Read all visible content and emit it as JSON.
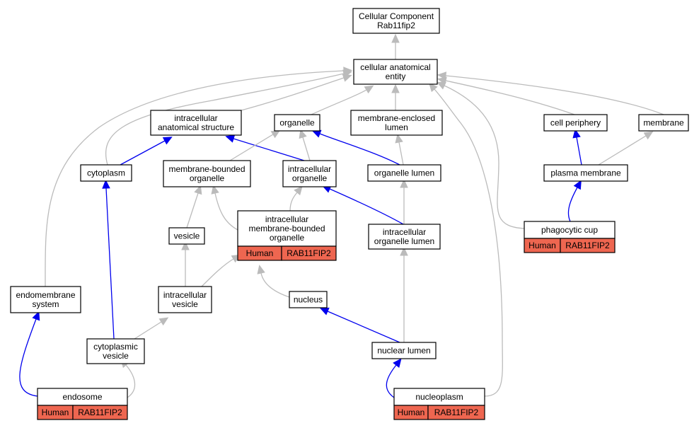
{
  "colors": {
    "neutral_edge": "#bbbbbb",
    "highlight_edge": "#0000ee",
    "annotation_fill": "#ee6650"
  },
  "nodes": {
    "root": {
      "lines": [
        "Cellular Component",
        "Rab11fip2"
      ]
    },
    "cae": {
      "lines": [
        "cellular anatomical",
        "entity"
      ]
    },
    "ias": {
      "lines": [
        "intracellular",
        "anatomical structure"
      ]
    },
    "organelle": {
      "lines": [
        "organelle"
      ]
    },
    "mel": {
      "lines": [
        "membrane-enclosed",
        "lumen"
      ]
    },
    "cellper": {
      "lines": [
        "cell periphery"
      ]
    },
    "membrane": {
      "lines": [
        "membrane"
      ]
    },
    "cytoplasm": {
      "lines": [
        "cytoplasm"
      ]
    },
    "mbo": {
      "lines": [
        "membrane-bounded",
        "organelle"
      ]
    },
    "io": {
      "lines": [
        "intracellular",
        "organelle"
      ]
    },
    "orglumen": {
      "lines": [
        "organelle lumen"
      ]
    },
    "pm": {
      "lines": [
        "plasma membrane"
      ]
    },
    "imbo": {
      "lines": [
        "intracellular",
        "membrane-bounded",
        "organelle"
      ],
      "species": "Human",
      "gene": "RAB11FIP2"
    },
    "vesicle": {
      "lines": [
        "vesicle"
      ]
    },
    "iol": {
      "lines": [
        "intracellular",
        "organelle lumen"
      ]
    },
    "phago": {
      "lines": [
        "phagocytic cup"
      ],
      "species": "Human",
      "gene": "RAB11FIP2"
    },
    "endomem": {
      "lines": [
        "endomembrane",
        "system"
      ]
    },
    "iv": {
      "lines": [
        "intracellular",
        "vesicle"
      ]
    },
    "nucleus": {
      "lines": [
        "nucleus"
      ]
    },
    "cytves": {
      "lines": [
        "cytoplasmic",
        "vesicle"
      ]
    },
    "nuclumen": {
      "lines": [
        "nuclear lumen"
      ]
    },
    "endosome": {
      "lines": [
        "endosome"
      ],
      "species": "Human",
      "gene": "RAB11FIP2"
    },
    "nucleoplasm": {
      "lines": [
        "nucleoplasm"
      ],
      "species": "Human",
      "gene": "RAB11FIP2"
    }
  },
  "edges": [
    {
      "from": "cae",
      "to": "root",
      "kind": "neutral"
    },
    {
      "from": "ias",
      "to": "cae",
      "kind": "neutral"
    },
    {
      "from": "organelle",
      "to": "cae",
      "kind": "neutral"
    },
    {
      "from": "mel",
      "to": "cae",
      "kind": "neutral"
    },
    {
      "from": "cellper",
      "to": "cae",
      "kind": "neutral"
    },
    {
      "from": "membrane",
      "to": "cae",
      "kind": "neutral"
    },
    {
      "from": "cytoplasm",
      "to": "cae",
      "kind": "neutral"
    },
    {
      "from": "endomem",
      "to": "cae",
      "kind": "neutral"
    },
    {
      "from": "phago",
      "to": "cae",
      "kind": "neutral"
    },
    {
      "from": "nucleoplasm",
      "to": "cae",
      "kind": "neutral"
    },
    {
      "from": "cytoplasm",
      "to": "ias",
      "kind": "highlight"
    },
    {
      "from": "io",
      "to": "ias",
      "kind": "highlight"
    },
    {
      "from": "mbo",
      "to": "organelle",
      "kind": "neutral"
    },
    {
      "from": "io",
      "to": "organelle",
      "kind": "neutral"
    },
    {
      "from": "orglumen",
      "to": "organelle",
      "kind": "highlight"
    },
    {
      "from": "orglumen",
      "to": "mel",
      "kind": "neutral"
    },
    {
      "from": "pm",
      "to": "cellper",
      "kind": "highlight"
    },
    {
      "from": "pm",
      "to": "membrane",
      "kind": "neutral"
    },
    {
      "from": "vesicle",
      "to": "mbo",
      "kind": "neutral"
    },
    {
      "from": "imbo",
      "to": "mbo",
      "kind": "neutral"
    },
    {
      "from": "imbo",
      "to": "io",
      "kind": "neutral"
    },
    {
      "from": "iol",
      "to": "io",
      "kind": "highlight"
    },
    {
      "from": "iol",
      "to": "orglumen",
      "kind": "neutral"
    },
    {
      "from": "phago",
      "to": "pm",
      "kind": "highlight"
    },
    {
      "from": "iv",
      "to": "vesicle",
      "kind": "neutral"
    },
    {
      "from": "iv",
      "to": "imbo",
      "kind": "neutral"
    },
    {
      "from": "nucleus",
      "to": "imbo",
      "kind": "neutral"
    },
    {
      "from": "nuclumen",
      "to": "iol",
      "kind": "neutral"
    },
    {
      "from": "cytves",
      "to": "iv",
      "kind": "neutral"
    },
    {
      "from": "nuclumen",
      "to": "nucleus",
      "kind": "highlight"
    },
    {
      "from": "cytves",
      "to": "cytoplasm",
      "kind": "highlight"
    },
    {
      "from": "endosome",
      "to": "endomem",
      "kind": "highlight"
    },
    {
      "from": "endosome",
      "to": "cytves",
      "kind": "neutral"
    },
    {
      "from": "nucleoplasm",
      "to": "nuclumen",
      "kind": "highlight"
    }
  ]
}
